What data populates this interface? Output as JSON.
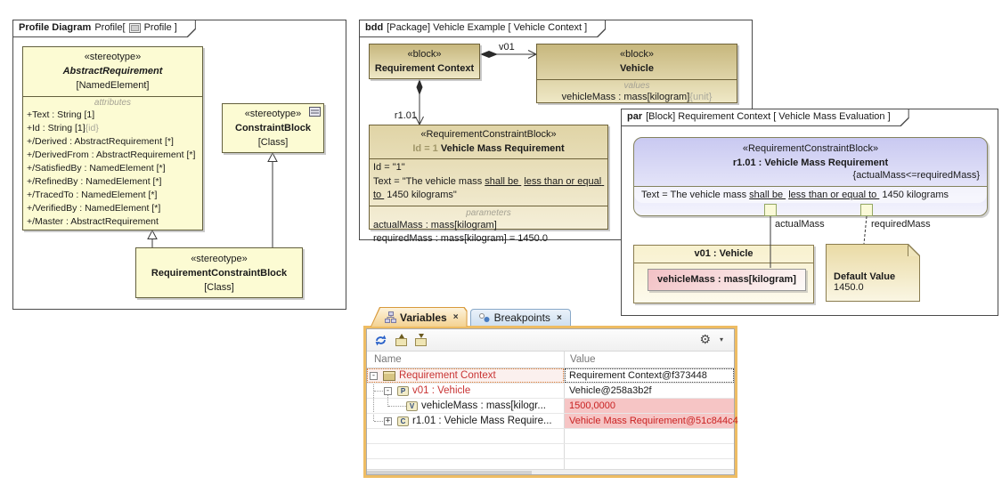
{
  "colors": {
    "error_text": "#CC3333",
    "error_value_bg": "#F6C5C5",
    "panel_border_orange": "#EEBC63",
    "block_tan_top": "#C7B77D",
    "stereotype_cream": "#FCFBD3",
    "constraint_lavender": "#C9C9F1",
    "part_pink": "#F2C1C5"
  },
  "icons": {
    "gear": "⚙",
    "caret": "▾",
    "minus": "-",
    "plus": "+"
  },
  "profile_frame": {
    "tab_title": "Profile Diagram",
    "tab_context_pre": "Profile[",
    "tab_context_post": "Profile ]",
    "abstract_requirement": {
      "stereotype": "«stereotype»",
      "name": "AbstractRequirement",
      "metaclass": "[NamedElement]",
      "compartment_label": "attributes",
      "attr_text": "+Text : String [1]",
      "attr_id": "+Id : String [1]",
      "attr_id_tag": "{id}",
      "attrs": [
        "+/Derived : AbstractRequirement [*]",
        "+/DerivedFrom : AbstractRequirement [*]",
        "+/SatisfiedBy : NamedElement [*]",
        "+/RefinedBy : NamedElement [*]",
        "+/TracedTo : NamedElement [*]",
        "+/VerifiedBy : NamedElement [*]",
        "+/Master : AbstractRequirement"
      ]
    },
    "constraint_block": {
      "stereotype": "«stereotype»",
      "name": "ConstraintBlock",
      "metaclass": "[Class]"
    },
    "req_constraint_block": {
      "stereotype": "«stereotype»",
      "name": "RequirementConstraintBlock",
      "metaclass": "[Class]"
    }
  },
  "bdd_frame": {
    "tab_kind": "bdd",
    "tab_rest": "[Package] Vehicle Example [ Vehicle Context ]",
    "req_context": {
      "stereotype": "«block»",
      "name": "Requirement Context"
    },
    "vehicle": {
      "stereotype": "«block»",
      "name": "Vehicle",
      "compartment_label": "values",
      "value": "vehicleMass : mass[kilogram]",
      "value_tag": "{unit}"
    },
    "assoc_label": "v01",
    "part_label": "r1.01",
    "vmr": {
      "stereotype": "«RequirementConstraintBlock»",
      "title_id": "Id = 1",
      "title_name": "Vehicle Mass Requirement",
      "line_id": "Id = \"1\"",
      "text_p1": "Text = \"The vehicle mass ",
      "text_u1": "shall be ",
      "text_p2": " ",
      "text_u2": "less than or equal to ",
      "text_p3": " 1450 kilograms\"",
      "compartment_label": "parameters",
      "param1": "actualMass : mass[kilogram]",
      "param2": "requiredMass : mass[kilogram] = 1450.0"
    }
  },
  "par_frame": {
    "tab_kind": "par",
    "tab_rest": "[Block] Requirement Context [ Vehicle Mass Evaluation ]",
    "constraint": {
      "stereotype": "«RequirementConstraintBlock»",
      "name": "r1.01 : Vehicle Mass Requirement",
      "expression": "{actualMass<=requiredMass}",
      "text_p1": "Text = The vehicle mass ",
      "text_u1": "shall be ",
      "text_p2": " ",
      "text_u2": "less than or equal to ",
      "text_p3": " 1450 kilograms"
    },
    "pin1_label": "actualMass",
    "pin2_label": "requiredMass",
    "vehicle_part": {
      "name": "v01 : Vehicle",
      "value": "vehicleMass : mass[kilogram]"
    },
    "note": {
      "title": "Default Value",
      "value": "1450.0"
    }
  },
  "variables_panel": {
    "tabs": [
      {
        "label": "Variables",
        "close": "×"
      },
      {
        "label": "Breakpoints",
        "close": "×"
      }
    ],
    "columns": [
      "Name",
      "Value"
    ],
    "rows": [
      {
        "expander": "-",
        "name": "Requirement Context",
        "value": "Requirement Context@f373448"
      },
      {
        "expander": "-",
        "icon_letter": "P",
        "name": "v01 : Vehicle",
        "value": "Vehicle@258a3b2f"
      },
      {
        "expander": "",
        "icon_letter": "V",
        "name": "vehicleMass : mass[kilogr...",
        "value": "1500,0000"
      },
      {
        "expander": "+",
        "icon_letter": "C",
        "name": "r1.01 : Vehicle Mass Require...",
        "value": "Vehicle Mass Requirement@51c844c4"
      }
    ]
  }
}
